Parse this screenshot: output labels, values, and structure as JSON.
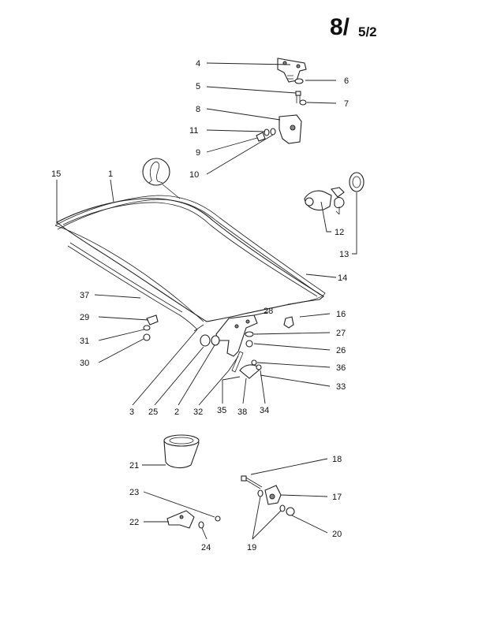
{
  "page_title": {
    "main": "8/",
    "sub": "5/2"
  },
  "callouts": {
    "p1": "1",
    "p2": "2",
    "p3": "3",
    "p4": "4",
    "p5": "5",
    "p6": "6",
    "p7": "7",
    "p8": "8",
    "p9": "9",
    "p10": "10",
    "p11": "11",
    "p12": "12",
    "p13": "13",
    "p14": "14",
    "p15": "15",
    "p16": "16",
    "p17": "17",
    "p18": "18",
    "p19": "19",
    "p20": "20",
    "p21": "21",
    "p22": "22",
    "p23": "23",
    "p24": "24",
    "p25": "25",
    "p26": "26",
    "p27": "27",
    "p28": "28",
    "p29": "29",
    "p30": "30",
    "p31": "31",
    "p32": "32",
    "p33": "33",
    "p34": "34",
    "p35": "35",
    "p36": "36",
    "p37": "37",
    "p38": "38"
  },
  "icons": [
    "sealant-tube-icon"
  ]
}
